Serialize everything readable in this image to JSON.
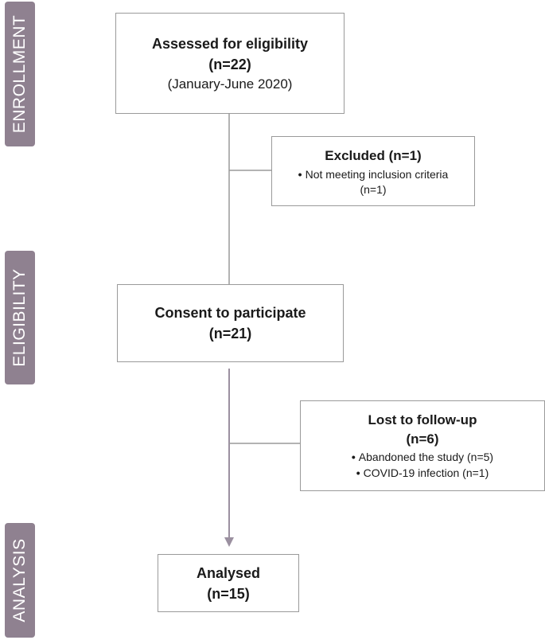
{
  "stages": {
    "enrollment": "ENROLLMENT",
    "eligibility": "ELIGIBILITY",
    "analysis": "ANALYSIS"
  },
  "assessed": {
    "title": "Assessed for eligibility",
    "count": "(n=22)",
    "period": "(January-June 2020)"
  },
  "excluded": {
    "title": "Excluded (n=1)",
    "reason": "Not meeting inclusion criteria",
    "reason_count": "(n=1)"
  },
  "consent": {
    "title": "Consent to participate",
    "count": "(n=21)"
  },
  "lost": {
    "title": "Lost to follow-up",
    "count": "(n=6)",
    "reasons": [
      "Abandoned the study (n=5)",
      "COVID-19 infection (n=1)"
    ]
  },
  "analysed": {
    "title": "Analysed",
    "count": "(n=15)"
  },
  "colors": {
    "stage_tab": "#8f8190",
    "line": "#9a9a9a",
    "arrow": "#9b90a0"
  }
}
